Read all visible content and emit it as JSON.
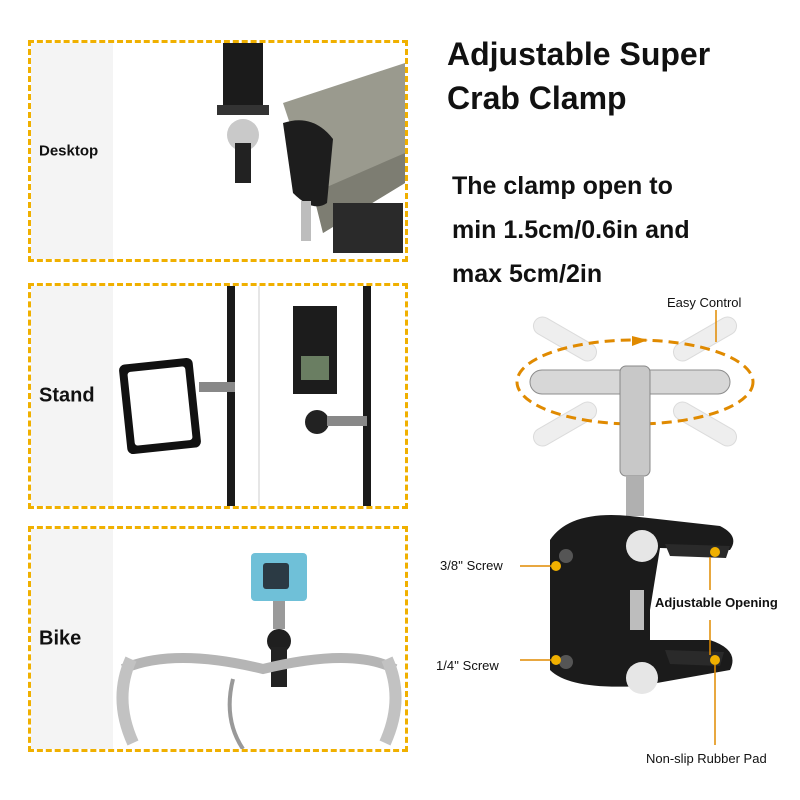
{
  "panels": [
    {
      "label": "Desktop"
    },
    {
      "label": "Stand"
    },
    {
      "label": "Bike"
    }
  ],
  "title": {
    "line1": "Adjustable Super",
    "line2": "Crab Clamp"
  },
  "description": {
    "line1": "The clamp open to",
    "line2": "min 1.5cm/0.6in and",
    "line3": "max 5cm/2in"
  },
  "callouts": {
    "easy_control": "Easy Control",
    "screw_38": "3/8'' Screw",
    "adjustable_opening": "Adjustable Opening",
    "screw_14": "1/4'' Screw",
    "rubber_pad": "Non-slip Rubber Pad"
  },
  "colors": {
    "accent": "#f0b000",
    "panel_label_bg": "#f4f4f4",
    "arrow": "#e08a00"
  }
}
